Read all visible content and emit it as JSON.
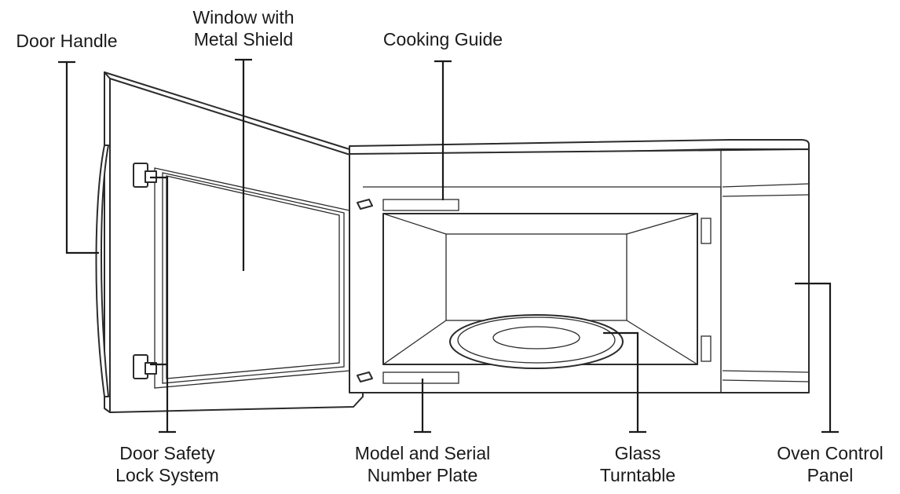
{
  "labels": {
    "door_handle": "Door Handle",
    "window_line1": "Window with",
    "window_line2": "Metal Shield",
    "cooking_guide": "Cooking Guide",
    "door_safety_line1": "Door Safety",
    "door_safety_line2": "Lock System",
    "model_line1": "Model and Serial",
    "model_line2": "Number Plate",
    "glass_line1": "Glass",
    "glass_line2": "Turntable",
    "oven_line1": "Oven Control",
    "oven_line2": "Panel"
  },
  "colors": {
    "ink": "#1a1a1a",
    "outline": "#2b2b2b",
    "background": "#ffffff"
  }
}
